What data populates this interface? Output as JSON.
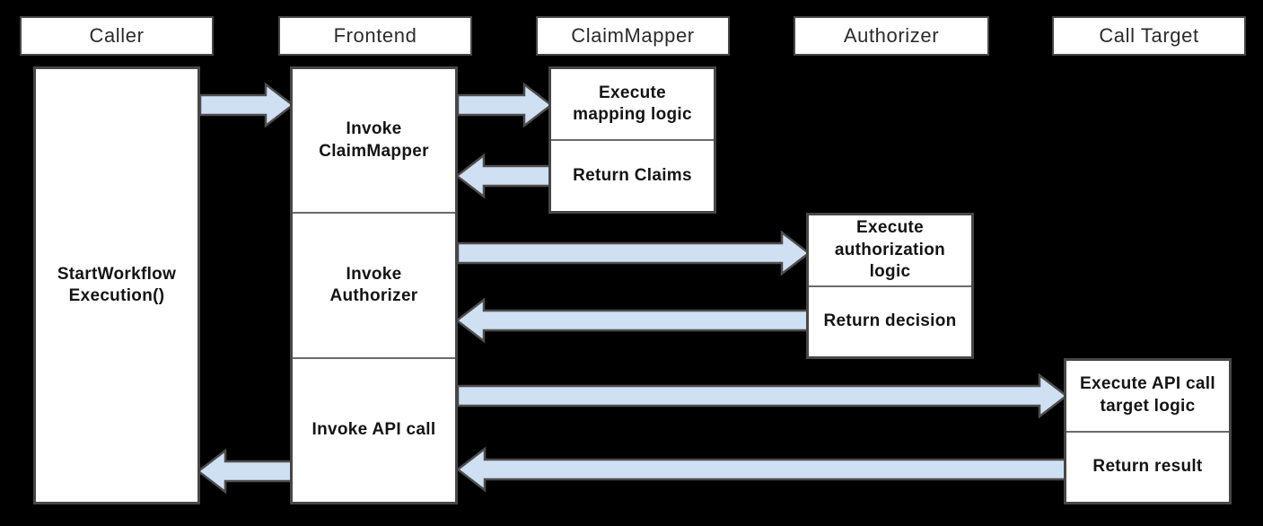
{
  "colors": {
    "background": "#000000",
    "box_fill": "#ffffff",
    "box_border": "#474747",
    "divider": "#6b6b6b",
    "arrow_fill": "#cfe0f2",
    "arrow_stroke": "#4d4d4d",
    "header_text": "#2b2b2b",
    "step_text": "#141414"
  },
  "lanes": [
    {
      "label": "Caller"
    },
    {
      "label": "Frontend"
    },
    {
      "label": "ClaimMapper"
    },
    {
      "label": "Authorizer"
    },
    {
      "label": "Call Target"
    }
  ],
  "steps": {
    "caller_activation": "StartWorkflow\nExecution()",
    "frontend": [
      "Invoke\nClaimMapper",
      "Invoke\nAuthorizer",
      "Invoke API call"
    ],
    "claimmapper": [
      "Execute\nmapping logic",
      "Return Claims"
    ],
    "authorizer": [
      "Execute\nauthorization\nlogic",
      "Return decision"
    ],
    "calltarget": [
      "Execute API call\ntarget logic",
      "Return result"
    ]
  },
  "edges": [
    {
      "from": "Caller",
      "to": "Frontend",
      "direction": "right"
    },
    {
      "from": "Frontend",
      "to": "ClaimMapper",
      "direction": "right"
    },
    {
      "from": "ClaimMapper",
      "to": "Frontend",
      "direction": "left"
    },
    {
      "from": "Frontend",
      "to": "Authorizer",
      "direction": "right"
    },
    {
      "from": "Authorizer",
      "to": "Frontend",
      "direction": "left"
    },
    {
      "from": "Frontend",
      "to": "Call Target",
      "direction": "right"
    },
    {
      "from": "Call Target",
      "to": "Frontend",
      "direction": "left"
    },
    {
      "from": "Frontend",
      "to": "Caller",
      "direction": "left"
    }
  ]
}
